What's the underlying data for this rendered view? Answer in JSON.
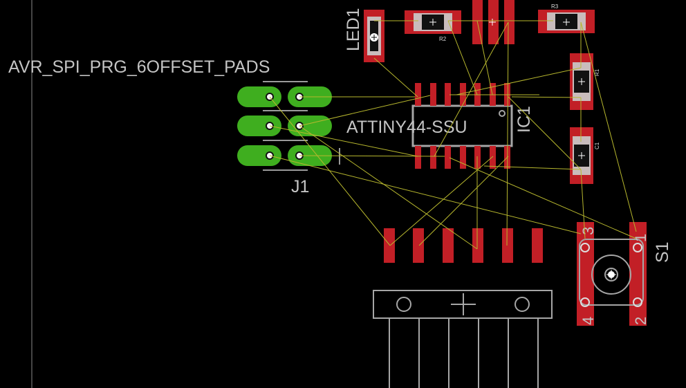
{
  "labels": {
    "connector_name": "AVR_SPI_PRG_6OFFSET_PADS",
    "connector_ref": "J1",
    "ic_name": "ATTINY44-SSU",
    "ic_ref": "IC1",
    "led_ref": "LED1",
    "r2_ref": "R2",
    "r3_ref": "R3",
    "r1_ref": "R1",
    "c1_ref": "C1",
    "switch_ref": "S1",
    "s1_pin1": "1",
    "s1_pin2": "2",
    "s1_pin3": "3",
    "s1_pin4": "4"
  },
  "colors": {
    "background": "#000000",
    "copper_pad": "#c21f26",
    "through_hole_pad": "#3fae1f",
    "ratsnest": "#b7b72e",
    "silkscreen": "#a6a6a6"
  }
}
